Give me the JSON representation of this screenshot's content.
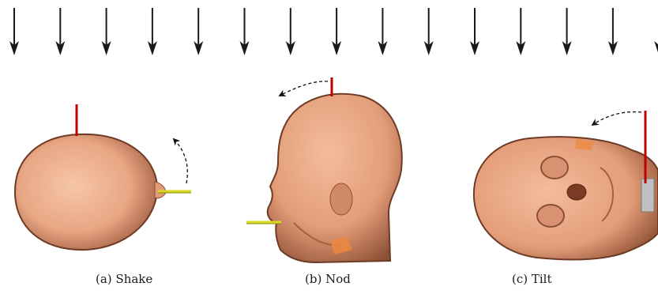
{
  "arrow_row": {
    "count": 15,
    "direction": "down",
    "color": "#1a1a1a"
  },
  "panels": [
    {
      "id": "a",
      "caption": "(a) Shake",
      "view": "top",
      "rotation_axis": "vertical (red)",
      "rotation_indicator": "dashed curved arrow"
    },
    {
      "id": "b",
      "caption": "(b) Nod",
      "view": "side",
      "rotation_axis": "lateral (yellow)",
      "rotation_indicator": "dashed curved arrow"
    },
    {
      "id": "c",
      "caption": "(c) Tilt",
      "view": "front",
      "rotation_axis": "anterior-posterior (red)",
      "rotation_indicator": "dashed curved arrow"
    }
  ],
  "colors": {
    "skin": "#e8a684",
    "skin_shadow": "#9c5a3e",
    "skin_highlight": "#f6c6a8",
    "red_axis": "#c00000",
    "yellow_axis": "#d8d820"
  }
}
